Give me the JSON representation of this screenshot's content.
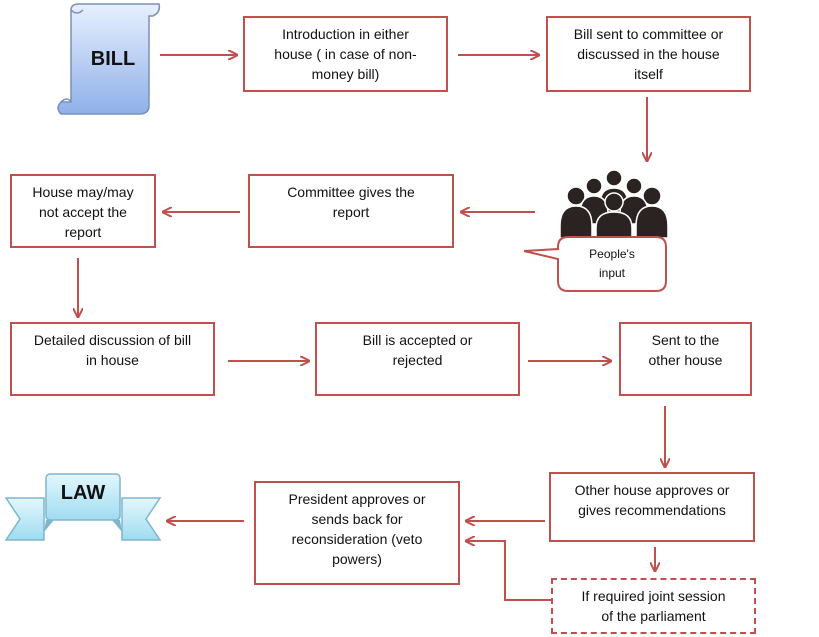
{
  "bill_label": "BILL",
  "law_label": "LAW",
  "bubble_label": "People's\ninput",
  "steps": {
    "introduction": "Introduction in either\nhouse ( in case of non-\nmoney bill)",
    "committee_sent": "Bill sent to committee or\ndiscussed in the house\nitself",
    "committee_report": "Committee gives the\nreport",
    "house_accept": "House may/may\nnot accept the\nreport",
    "detailed_discussion": "Detailed discussion of bill\nin house",
    "accepted_rejected": "Bill is accepted or\nrejected",
    "other_house": "Sent to the\nother house",
    "other_approves": "Other house approves or\ngives recommendations",
    "joint_session": "If required joint session\nof the parliament",
    "president": "President approves or\nsends back for\nreconsideration (veto\npowers)"
  },
  "colors": {
    "border": "#c0504d",
    "arrow": "#c0504d",
    "bill_scroll": "#a9c4ee",
    "law_ribbon": "#bfe9f7",
    "people": "#2b2222"
  }
}
